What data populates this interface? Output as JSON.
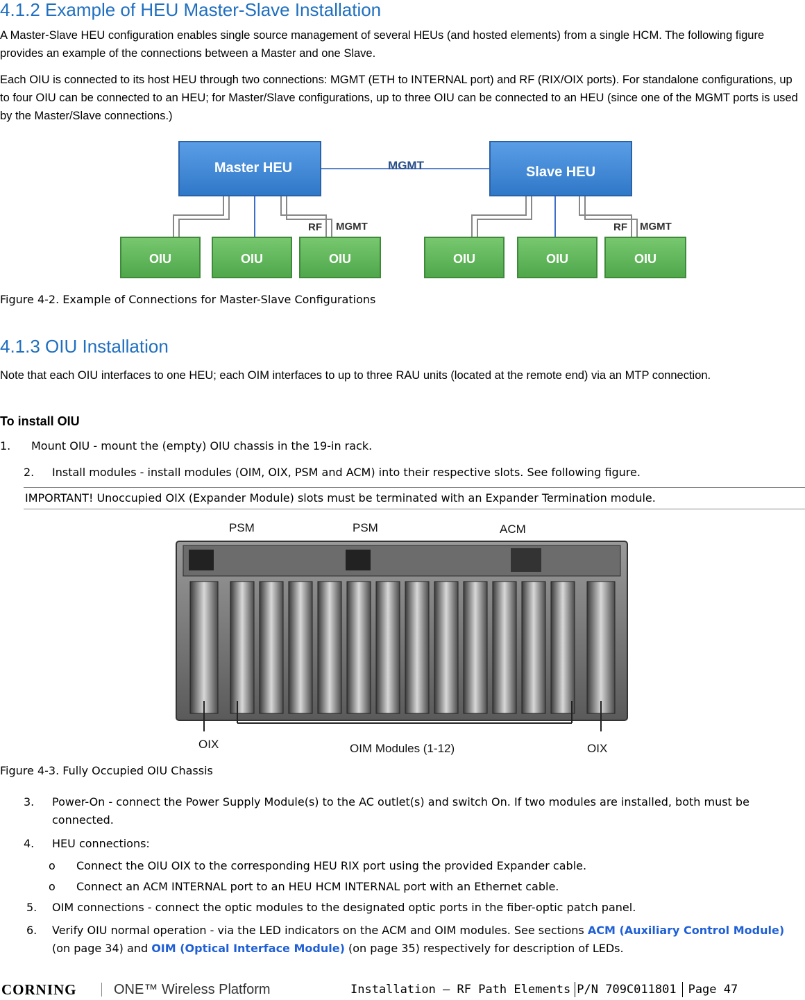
{
  "section_412": {
    "heading": "4.1.2 Example of HEU Master-Slave Installation",
    "para1": "A Master-Slave HEU configuration enables single source management of several HEUs (and hosted elements) from a single HCM. The following figure provides an example of the connections between a Master and one Slave.",
    "para2": "Each OIU is connected to its host HEU through two connections: MGMT (ETH to INTERNAL port) and RF (RIX/OIX ports). For standalone configurations, up to four OIU can be connected to an HEU; for Master/Slave configurations, up to three OIU can be connected to an HEU (since one of the MGMT ports is used by the Master/Slave connections.)"
  },
  "figure_4_2": {
    "master_label": "Master HEU",
    "slave_label": "Slave HEU",
    "mgmt_link_label": "MGMT",
    "oiu_label": "OIU",
    "rf_label": "RF",
    "mgmt_label": "MGMT",
    "caption": "Figure 4-2. Example of Connections for Master-Slave Configurations"
  },
  "section_413": {
    "heading": "4.1.3 OIU Installation",
    "para1": "Note that each OIU interfaces to one HEU; each OIM interfaces to up to three RAU units (located at the remote end) via an MTP connection.",
    "procedure_title": "To install OIU",
    "step1_num": "1.",
    "step1": "Mount OIU - mount the (empty) OIU chassis in the 19-in rack.",
    "step2_num": "2.",
    "step2": "Install modules - install modules (OIM, OIX, PSM and ACM) into their respective slots. See following figure.",
    "important": "IMPORTANT! Unoccupied OIX (Expander Module) slots must be terminated with an Expander Termination module."
  },
  "figure_4_3": {
    "psm1": "PSM",
    "psm2": "PSM",
    "acm": "ACM",
    "oix_left": "OIX",
    "oim_modules": "OIM Modules (1-12)",
    "oix_right": "OIX",
    "caption": "Figure 4-3. Fully Occupied OIU Chassis"
  },
  "steps_after": {
    "step3_num": "3.",
    "step3": "Power-On - connect the Power Supply Module(s) to the AC outlet(s) and switch On. If two modules are installed, both must be connected.",
    "step4_num": "4.",
    "step4": "HEU connections:",
    "bullet_mark": "o",
    "bullet1": "Connect the OIU OIX to the corresponding HEU RIX port using the provided Expander cable.",
    "bullet2": "Connect an ACM INTERNAL port to an HEU HCM INTERNAL port with an Ethernet cable.",
    "step5_num": "5.",
    "step5": "OIM connections - connect the optic modules to the designated optic ports in the fiber-optic patch panel.",
    "step6_num": "6.",
    "step6_a": "Verify OIU normal operation - via the LED indicators on the ACM and OIM modules. See sections ",
    "step6_link1": "ACM (Auxiliary Control Module)",
    "step6_b": " (on page 34) and ",
    "step6_link2": "OIM (Optical Interface Module)",
    "step6_c": " (on page 35) respectively for description of LEDs."
  },
  "footer": {
    "brand": "CORNING",
    "product": "ONE™ Wireless Platform",
    "section": "Installation – RF Path Elements",
    "part_number": "P/N 709C011801",
    "page": "Page 47"
  },
  "colors": {
    "heading": "#1f6fbf",
    "heu_box": "#3d87d4",
    "oiu_box": "#5fb85a",
    "link": "#1f5fd6"
  }
}
